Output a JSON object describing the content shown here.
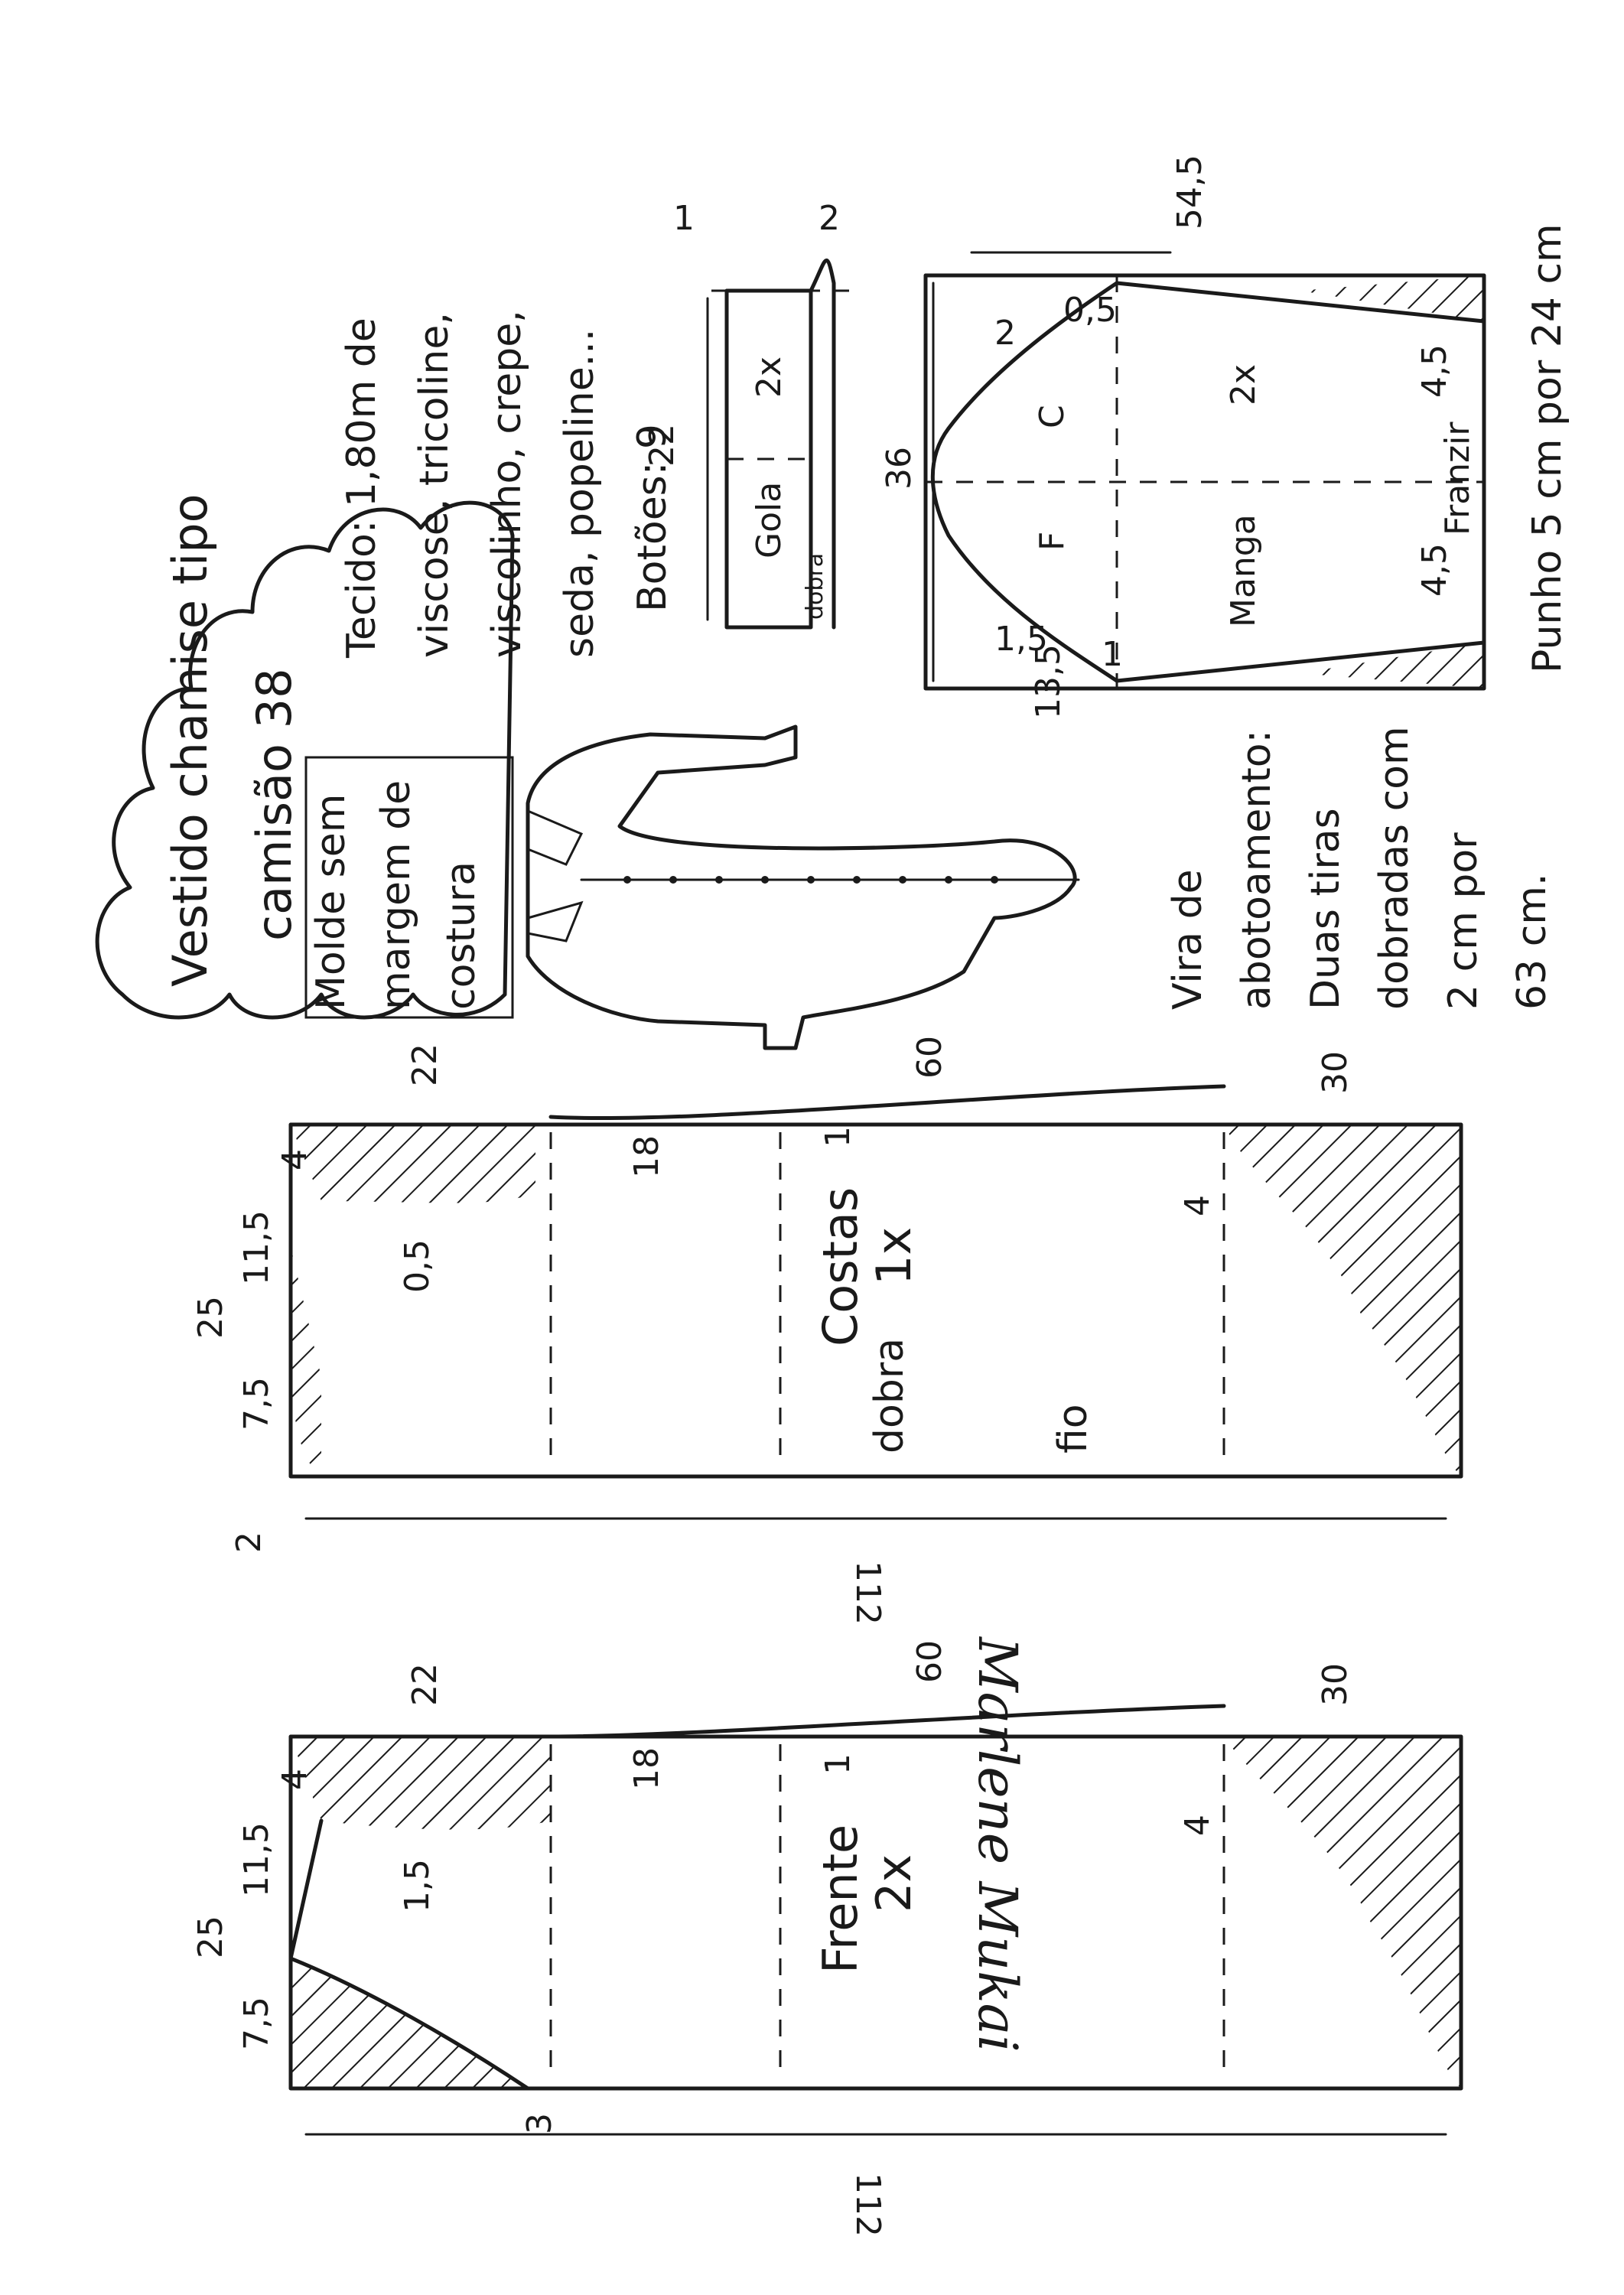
{
  "title": {
    "line1": "Vestido chamise tipo",
    "line2": "camisão 38"
  },
  "fabric": {
    "line1": "Tecido: 1,80m de",
    "line2": "viscose, tricoline,",
    "line3": "viscolinho, crepe,",
    "line4": "seda, popeline...",
    "line5": "Botões: 9"
  },
  "note_no_seam": {
    "line1": "Molde sem",
    "line2": "margem de",
    "line3": "costura"
  },
  "button_placket": {
    "heading1": "Vira de",
    "heading2": "abotoamento:",
    "line1": "Duas tiras",
    "line2": "dobradas com",
    "line3": "2 cm por",
    "line4": "63 cm."
  },
  "collar": {
    "name": "Gola",
    "count": "2x",
    "length": "22",
    "fold": "dobra",
    "mark_left": "1",
    "mark_right": "2"
  },
  "sleeve": {
    "name": "Manga",
    "count": "2x",
    "width": "36",
    "length": "54,5",
    "back_mark": "C",
    "front_mark": "F",
    "cap_back": "2",
    "cap_front": "1,5",
    "top_offset": "0,5",
    "hem_side_left": "4,5",
    "hem_side_right": "4,5",
    "gather": "Franzir",
    "bottom_offset": "13,5",
    "small_mark": "1",
    "cuff_note": "Punho 5 cm por 24 cm"
  },
  "back": {
    "name": "Costas",
    "count": "1x",
    "length": "112",
    "shoulder_height": "22",
    "waist_length": "60",
    "hip_length": "30",
    "half_neck_width": "25",
    "neck_top": "7,5",
    "neck_mid": "11,5",
    "shoulder_drop": "4",
    "armhole_depth": "18",
    "armhole_curve": "0,5",
    "side_drop": "1",
    "hem_curve": "4",
    "bottom_edge": "2",
    "fold_label": "dobra",
    "grain_label": "fio"
  },
  "front": {
    "name": "Frente",
    "count": "2x",
    "length": "112",
    "shoulder_height": "22",
    "waist_length": "60",
    "hip_length": "30",
    "half_neck_width": "25",
    "neck_top": "7,5",
    "neck_mid": "11,5",
    "shoulder_drop": "4",
    "armhole_depth": "18",
    "armhole_curve": "1,5",
    "side_drop": "1",
    "hem_curve": "4",
    "bottom_edge": "3"
  },
  "signature": "Marlene Mukai"
}
